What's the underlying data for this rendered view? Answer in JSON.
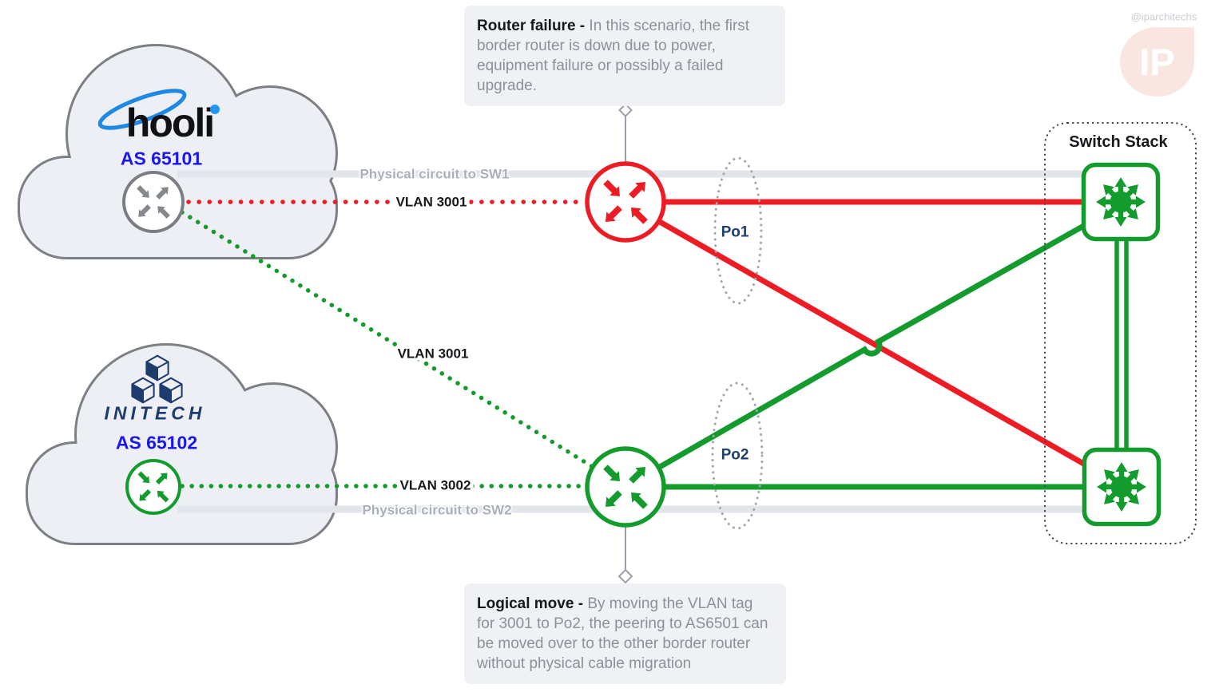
{
  "watermark": {
    "handle": "@iparchitechs",
    "logo_text": "IP"
  },
  "annotations": {
    "router_failure": {
      "title": "Router failure",
      "separator": " - ",
      "body": "In this scenario, the first border router is down due to power, equipment failure or possibly a failed upgrade."
    },
    "logical_move": {
      "title": "Logical move",
      "separator": " - ",
      "body": "By moving the VLAN tag for 3001 to Po2, the peering to AS6501 can be moved over to the other border router without physical cable migration"
    }
  },
  "clouds": {
    "hooli": {
      "name": "hooli",
      "as_number": "AS 65101"
    },
    "initech": {
      "name": "INITECH",
      "as_number": "AS 65102"
    }
  },
  "labels": {
    "physical_sw1": "Physical circuit to SW1",
    "vlan3001_top": "VLAN 3001",
    "vlan3001_diagonal": "VLAN 3001",
    "vlan3002": "VLAN 3002",
    "physical_sw2": "Physical circuit to SW2",
    "po1": "Po1",
    "po2": "Po2",
    "switch_stack_title": "Switch Stack"
  },
  "colors": {
    "failed_red": "#ED1C24",
    "active_green": "#149B2D",
    "as_blue": "#1717EE",
    "po_navy": "#1E3F6E",
    "circuit_gray": "#E2E6EB",
    "cloud_fill": "#EDEFF4",
    "annotation_bg": "#F0F1F4",
    "annotation_text": "#8B919B",
    "watermark_pink": "#FAE6E1",
    "swoosh_blue": "#1E88E5"
  }
}
